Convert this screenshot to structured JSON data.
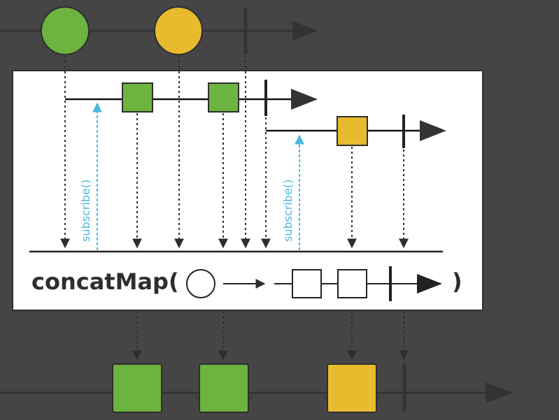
{
  "operator": {
    "label": "concatMap(",
    "close_label": ")"
  },
  "subscribe_label": "subscribe()",
  "colors": {
    "background": "#454545",
    "line": "#333333",
    "panel": "#ffffff",
    "green": "#6db33f",
    "yellow": "#e8bb2f",
    "subscribe": "#4ab8e0",
    "stroke": "#2e2e2e"
  },
  "source_items": [
    {
      "kind": "circle",
      "color": "green"
    },
    {
      "kind": "circle",
      "color": "yellow"
    },
    {
      "kind": "complete"
    }
  ],
  "inner_streams": [
    {
      "for": "green",
      "items": [
        "square",
        "square",
        "complete"
      ]
    },
    {
      "for": "yellow",
      "items": [
        "square",
        "complete"
      ]
    }
  ],
  "output_items": [
    {
      "kind": "square",
      "color": "green"
    },
    {
      "kind": "square",
      "color": "green"
    },
    {
      "kind": "square",
      "color": "yellow"
    },
    {
      "kind": "complete"
    }
  ]
}
